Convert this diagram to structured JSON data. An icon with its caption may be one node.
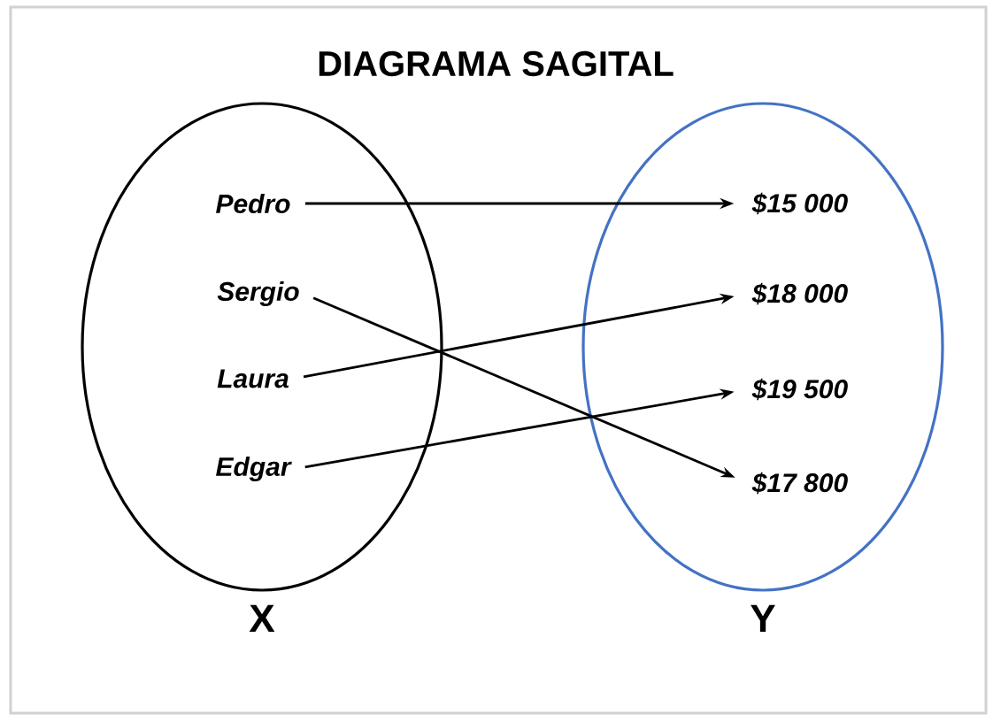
{
  "diagram": {
    "title": "DIAGRAMA SAGITAL",
    "nodes": [
      {
        "text": [
          "X"
        ]
      },
      {
        "text": [
          "Pedro"
        ],
        "in": 0
      },
      {
        "text": [
          "Sergio"
        ],
        "in": 0
      },
      {
        "text": [
          "Laura"
        ],
        "in": 0
      },
      {
        "text": [
          "Edgar"
        ],
        "in": 0
      },
      {
        "text": [
          "Y"
        ]
      },
      {
        "text": [
          "$15 000"
        ],
        "in": 5
      },
      {
        "text": [
          "$18 000"
        ],
        "in": 5
      },
      {
        "text": [
          "$19 500"
        ],
        "in": 5
      },
      {
        "text": [
          "$17 800"
        ],
        "in": 5
      }
    ],
    "edges": [
      {
        "from": 1,
        "to": 6,
        "arrow": "to"
      },
      {
        "from": 2,
        "to": 9,
        "arrow": "to"
      },
      {
        "from": 3,
        "to": 7,
        "arrow": "to"
      },
      {
        "from": 4,
        "to": 8,
        "arrow": "to"
      }
    ]
  }
}
